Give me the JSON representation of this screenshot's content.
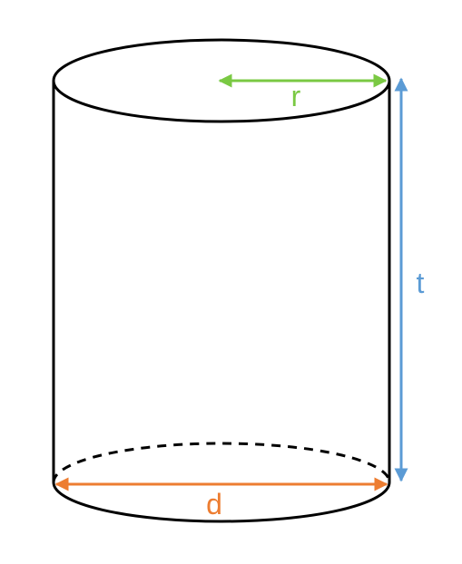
{
  "figure": {
    "shape": "cylinder",
    "labels": {
      "radius": "r",
      "height": "t",
      "diameter": "d"
    },
    "colors": {
      "outline": "#000000",
      "radius": "#7ac943",
      "height": "#5b9bd5",
      "diameter": "#ed7d31"
    }
  }
}
